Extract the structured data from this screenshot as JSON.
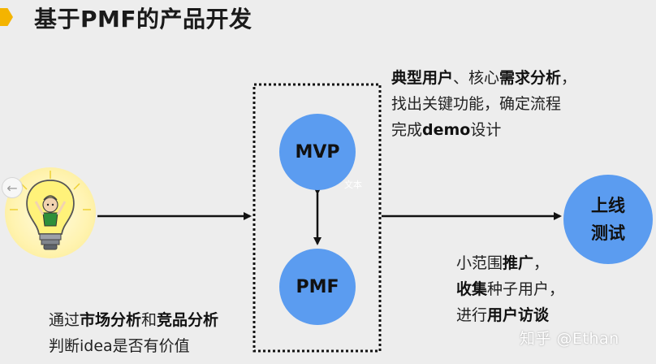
{
  "title": "基于PMF的产品开发",
  "nodes": {
    "mvp": "MVP",
    "pmf": "PMF",
    "online_line1": "上线",
    "online_line2": "测试"
  },
  "placeholder_text": "文本",
  "notes": {
    "top_right": {
      "line1": [
        {
          "text": "典型用户",
          "bold": true
        },
        {
          "text": "、核心",
          "bold": false
        },
        {
          "text": "需求分析",
          "bold": true
        },
        {
          "text": "，",
          "bold": false
        }
      ],
      "line2": [
        {
          "text": "找出关键功能，确定流程",
          "bold": false
        }
      ],
      "line3": [
        {
          "text": "完成",
          "bold": false
        },
        {
          "text": "demo",
          "bold": true
        },
        {
          "text": "设计",
          "bold": false
        }
      ]
    },
    "bottom_right": {
      "line1": [
        {
          "text": "小范围",
          "bold": false
        },
        {
          "text": "推广",
          "bold": true
        },
        {
          "text": "，",
          "bold": false
        }
      ],
      "line2": [
        {
          "text": "收集",
          "bold": true
        },
        {
          "text": "种子用户，",
          "bold": false
        }
      ],
      "line3": [
        {
          "text": "进行",
          "bold": false
        },
        {
          "text": "用户访谈",
          "bold": true
        }
      ]
    },
    "bottom_left": {
      "line1": [
        {
          "text": "通过",
          "bold": false
        },
        {
          "text": "市场分析",
          "bold": true
        },
        {
          "text": "和",
          "bold": false
        },
        {
          "text": "竞品分析",
          "bold": true
        }
      ],
      "line2": [
        {
          "text": "判断idea是否有价值",
          "bold": false
        }
      ]
    }
  },
  "watermark": "知乎 @Ethan",
  "icons": {
    "idea": "lightbulb-person-icon",
    "back": "arrow-left-icon"
  },
  "colors": {
    "accent": "#f4b400",
    "node_fill": "#5b9cf0",
    "background": "#ededed"
  }
}
